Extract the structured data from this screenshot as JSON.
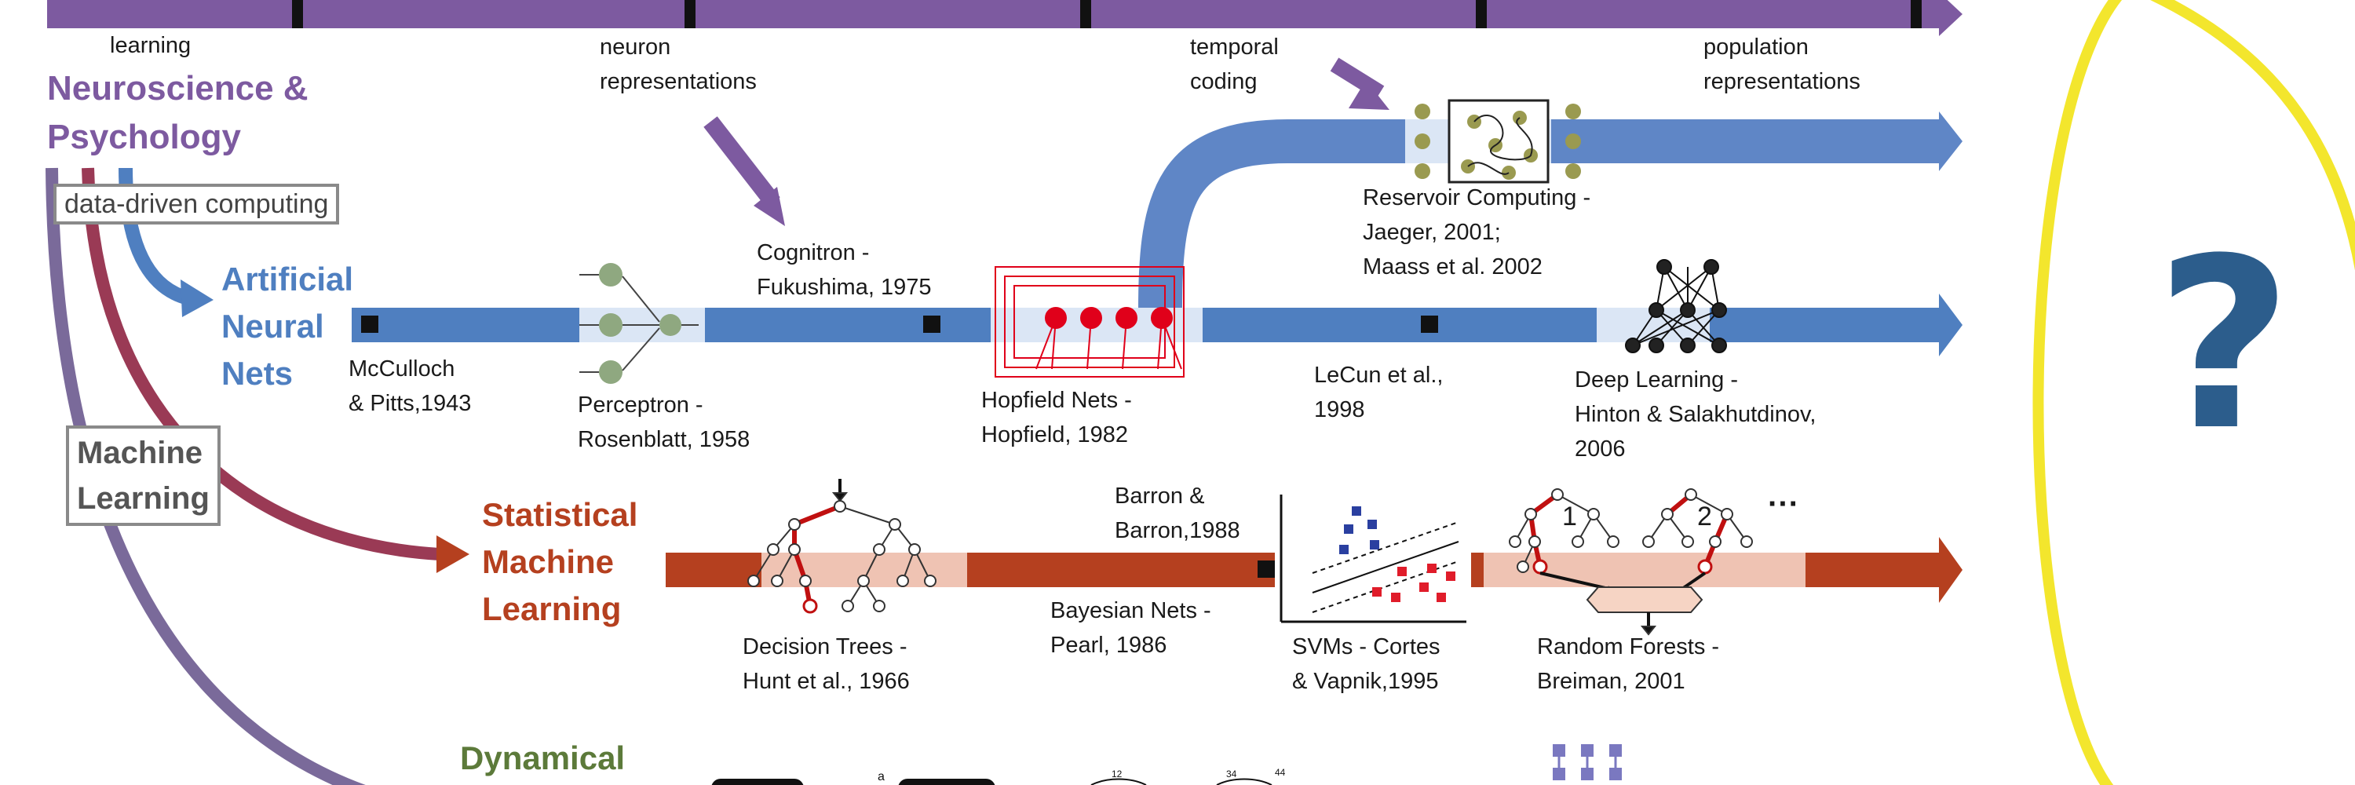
{
  "colors": {
    "neuro": "#7d5aa0",
    "ann": "#4f7fc0",
    "stat": "#b5401f",
    "dyn": "#5c7a3a",
    "box_border": "#8a8a8a",
    "question": "#2c5d8c",
    "yellow": "#f3e62d",
    "red_net": "#e0001a"
  },
  "top_captions": {
    "learning": "learning",
    "neuron_repr": "neuron\nrepresentations",
    "temporal": "temporal\ncoding",
    "population": "population\nrepresentations"
  },
  "fields": {
    "neuro": "Neuroscience &\nPsychology",
    "data_driven": "data-driven computing",
    "ann": "Artificial\nNeural\nNets",
    "ml": "Machine\nLearning",
    "stat": "Statistical\nMachine\nLearning",
    "dyn": "Dynamical"
  },
  "ann_milestones": {
    "mcculloch": "McCulloch\n& Pitts,1943",
    "perceptron": "Perceptron -\nRosenblatt, 1958",
    "cognitron": "Cognitron -\nFukushima, 1975",
    "hopfield": "Hopfield Nets -\nHopfield, 1982",
    "reservoir": "Reservoir Computing -\nJaeger, 2001;\nMaass et al. 2002",
    "lecun": "LeCun et al.,\n1998",
    "deep": "Deep Learning -\nHinton & Salakhutdinov,\n2006"
  },
  "stat_milestones": {
    "decision_trees": "Decision Trees -\nHunt et al., 1966",
    "barron": "Barron &\nBarron,1988",
    "bayesian": "Bayesian Nets -\nPearl, 1986",
    "svm": "SVMs - Cortes\n& Vapnik,1995",
    "random_forests": "Random Forests -\nBreiman, 2001",
    "tree_1": "1",
    "tree_2": "2",
    "tree_more": "···"
  },
  "question_mark": "?"
}
